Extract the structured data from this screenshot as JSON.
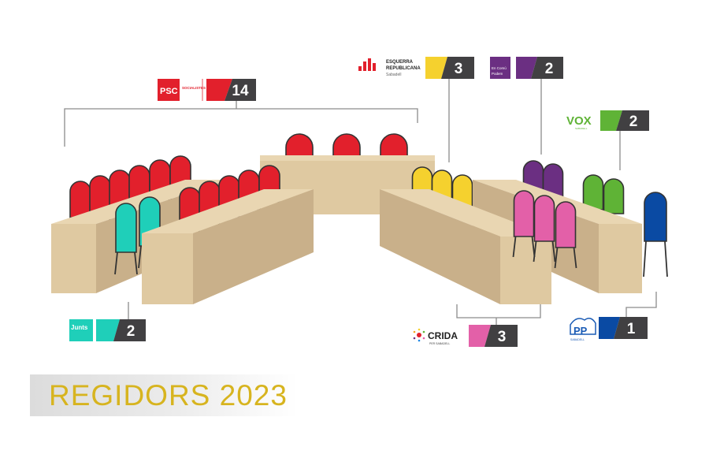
{
  "title": "REGIDORS 2023",
  "parties": {
    "psc": {
      "logo_text": "PSC",
      "logo_sub": "SOCIALISTES",
      "seats": "14",
      "color": "#e2202c"
    },
    "erc": {
      "logo_text": "ESQUERRA",
      "logo_text2": "REPUBLICANA",
      "logo_sub": "Sabadell",
      "seats": "3",
      "color": "#f5d12e"
    },
    "comuns": {
      "logo_text": "En Comú",
      "logo_sub": "Podem",
      "seats": "2",
      "color": "#6b2f82"
    },
    "vox": {
      "logo_text": "VOX",
      "logo_sub": "SABADELL",
      "seats": "2",
      "color": "#5fb336"
    },
    "junts": {
      "logo_text": "Junts",
      "seats": "2",
      "color": "#1fcfb9"
    },
    "crida": {
      "logo_text": "CRIDA",
      "logo_sub": "PER SABADELL",
      "seats": "3",
      "color": "#e360a8"
    },
    "pp": {
      "logo_text": "PP",
      "logo_sub": "SABADELL",
      "seats": "1",
      "color": "#0a4aa3"
    }
  },
  "colors": {
    "desk_top": "#dfc9a1",
    "desk_side": "#c9b08a",
    "badge_dark": "#414042",
    "line": "#8c8c8c",
    "title": "#d7b41f"
  }
}
